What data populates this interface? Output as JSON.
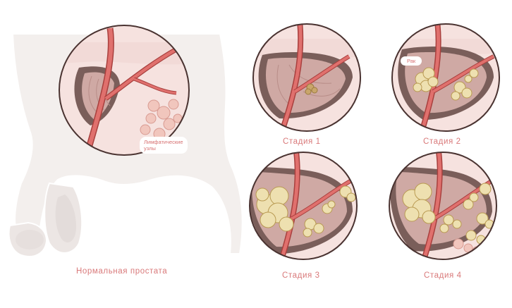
{
  "labels": {
    "normal": "Нормальная простата",
    "stage1": "Стадия 1",
    "stage2": "Стадия 2",
    "stage3": "Стадия 3",
    "stage4": "Стадия 4",
    "lymph_line1": "Лимфатические",
    "lymph_line2": "узлы",
    "cancer": "Рак"
  },
  "colors": {
    "body": "#f2eeec",
    "body_outline": "#ffffff",
    "circle_bg": "#f6e2df",
    "circle_border": "#4a3331",
    "prostate": "#cfa9a4",
    "bladder_dark": "#7a5e5a",
    "vessel": "#e0706d",
    "vessel_outline": "#a8403e",
    "tumor": "#eee0b0",
    "tumor_outline": "#b99a52",
    "lymph": "#f1c6bd",
    "caption": "#d9797a"
  }
}
